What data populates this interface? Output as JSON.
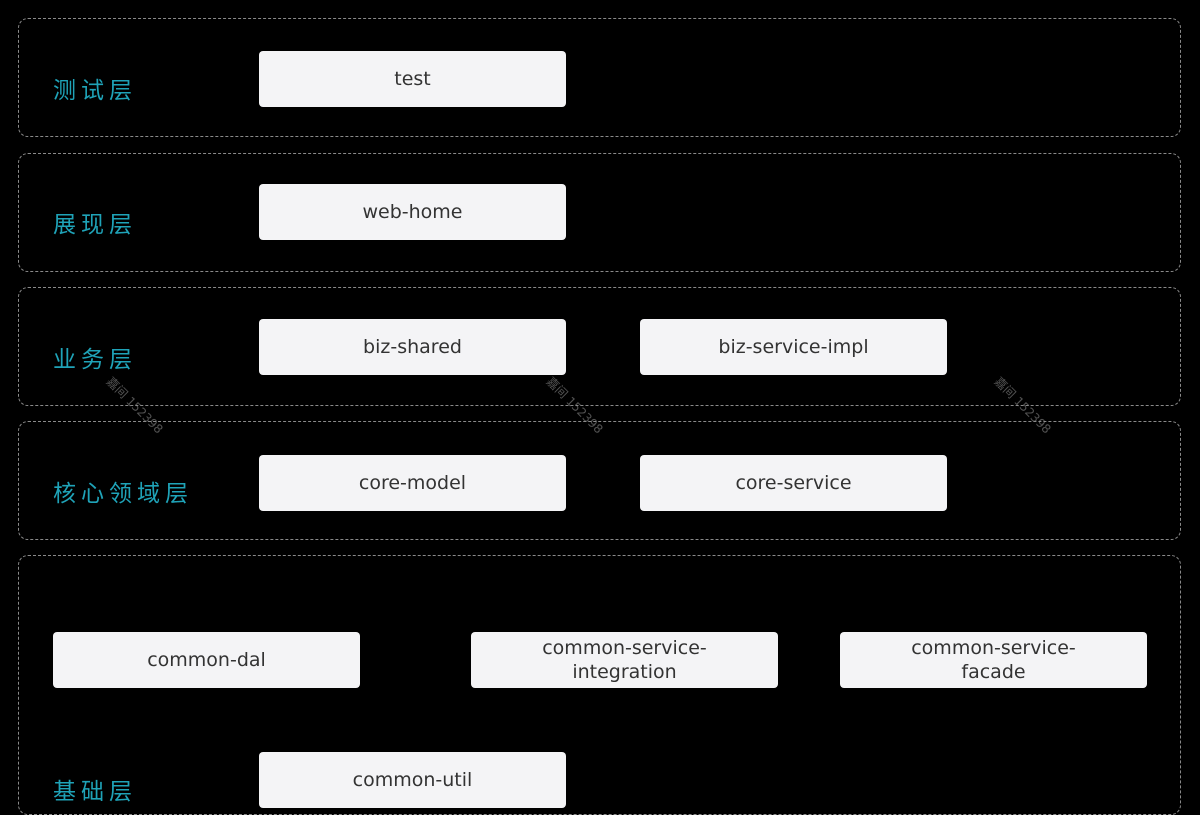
{
  "layers": {
    "test": {
      "label": "测试层"
    },
    "presentation": {
      "label": "展现层"
    },
    "business": {
      "label": "业务层"
    },
    "core": {
      "label": "核心领域层"
    },
    "base": {
      "label": "基础层"
    }
  },
  "modules": {
    "test": "test",
    "web_home": "web-home",
    "biz_shared": "biz-shared",
    "biz_service_impl": "biz-service-impl",
    "core_model": "core-model",
    "core_service": "core-service",
    "common_dal": "common-dal",
    "common_service_integration": "common-service-integration",
    "common_service_facade": "common-service-facade",
    "common_util": "common-util"
  },
  "watermark": {
    "text": "嘉间 152398"
  }
}
